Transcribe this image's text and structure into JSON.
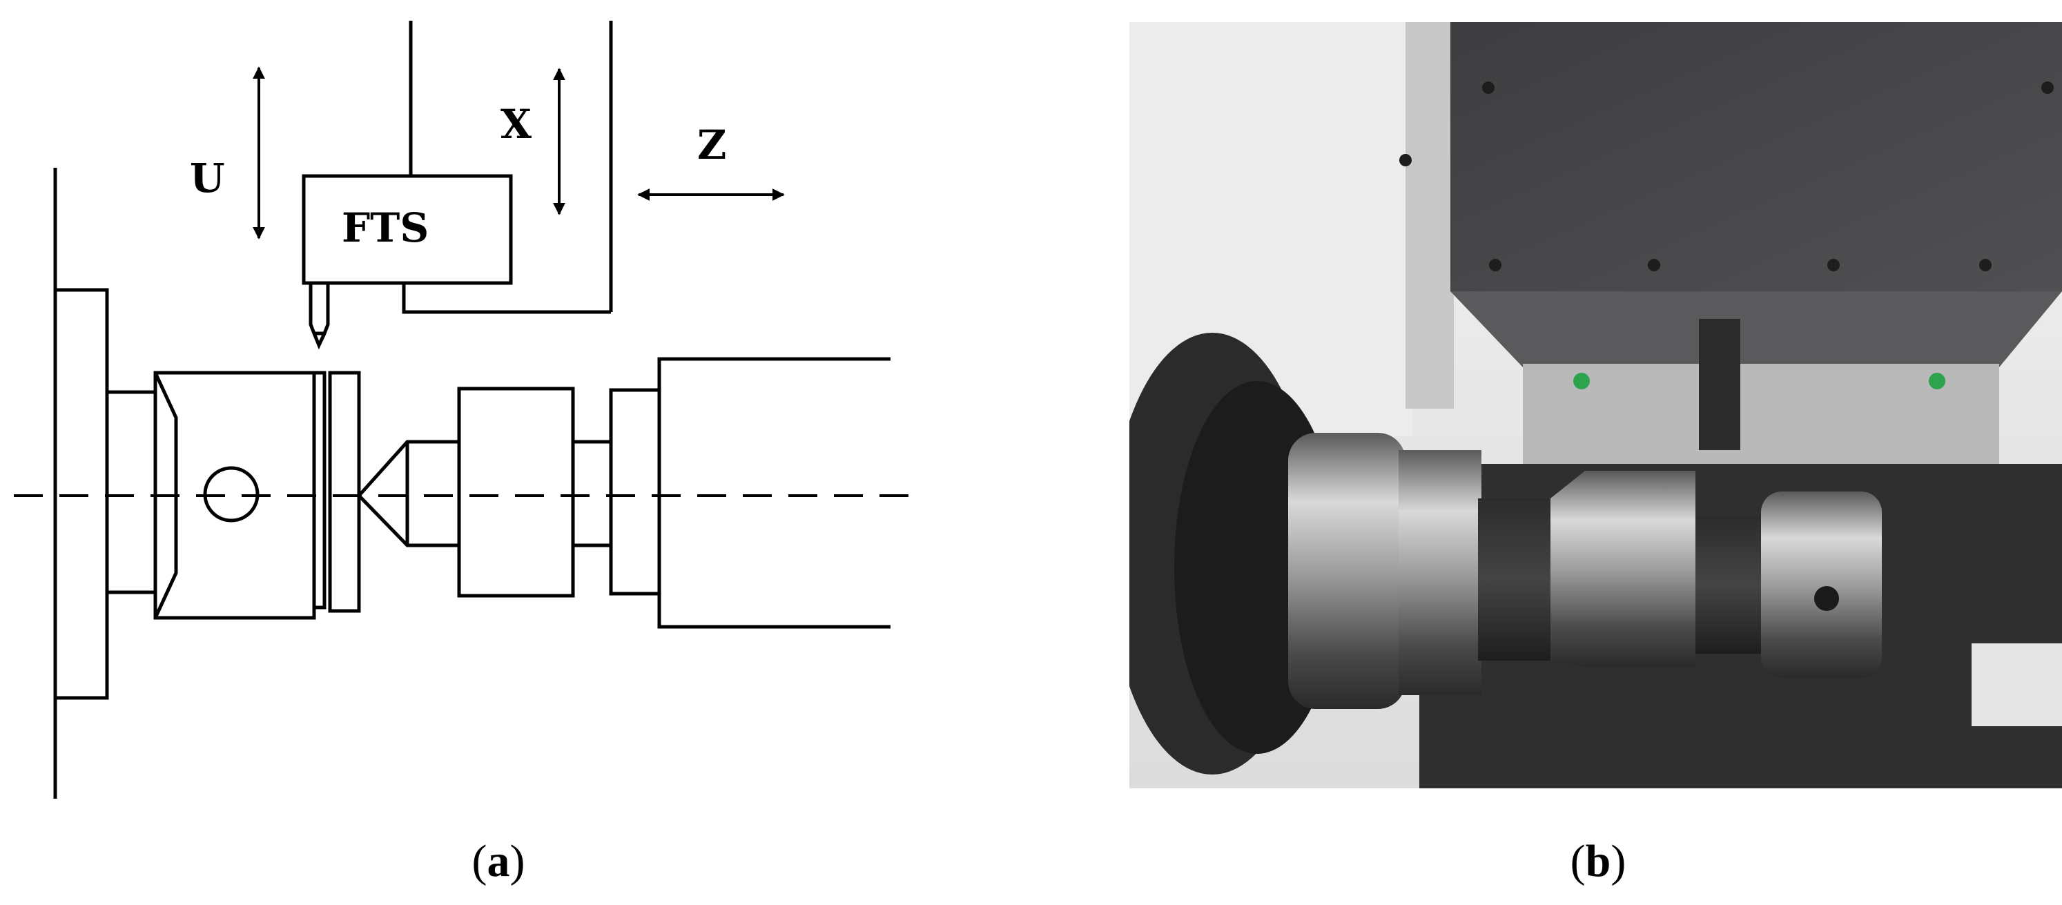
{
  "panel_a": {
    "axis_labels": {
      "u": "U",
      "x": "X",
      "z": "Z"
    },
    "fts_label": "FTS",
    "caption_letter": "a"
  },
  "panel_b": {
    "caption_letter": "b"
  }
}
